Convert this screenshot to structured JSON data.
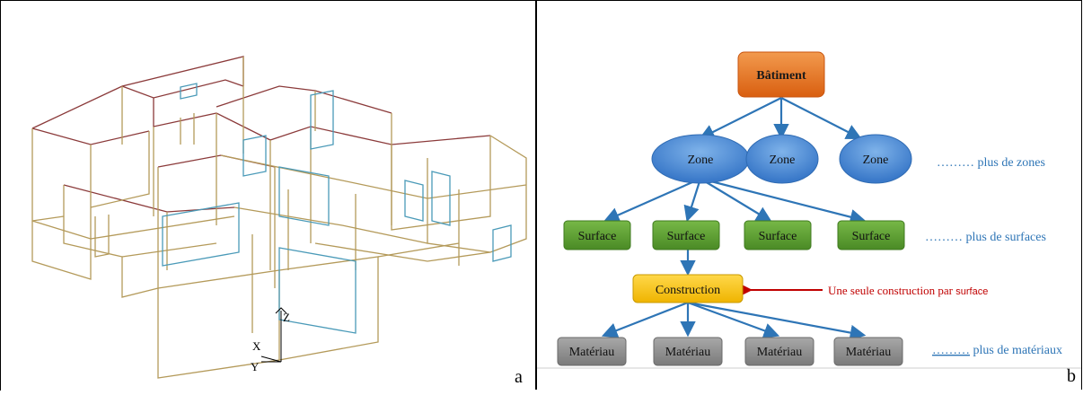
{
  "panel_a": {
    "label": "a",
    "axes": {
      "z": "Z",
      "x": "X",
      "y": "Y"
    }
  },
  "panel_b": {
    "label": "b",
    "building": "Bâtiment",
    "zones": [
      "Zone",
      "Zone",
      "Zone"
    ],
    "zones_note": "……… plus de zones",
    "surfaces": [
      "Surface",
      "Surface",
      "Surface",
      "Surface"
    ],
    "surfaces_note": "……… plus de surfaces",
    "construction": "Construction",
    "construction_note_main": "Une seule construction par ",
    "construction_note_last": "surface",
    "materials": [
      "Matériau",
      "Matériau",
      "Matériau",
      "Matériau"
    ],
    "materials_note_dots": "………",
    "materials_note_text": " plus de matériaux"
  },
  "colors": {
    "building": "#e8731e",
    "zone": "#4a8bd6",
    "surface": "#5a9e2e",
    "construction": "#f5c200",
    "material": "#8c8c8c",
    "arrow_blue": "#2e75b6",
    "arrow_red": "#c00000",
    "note_blue": "#2e75b6",
    "wire_tan": "#b49a5a",
    "wire_maroon": "#8b3a3a",
    "wire_blue": "#4a9ab8"
  }
}
